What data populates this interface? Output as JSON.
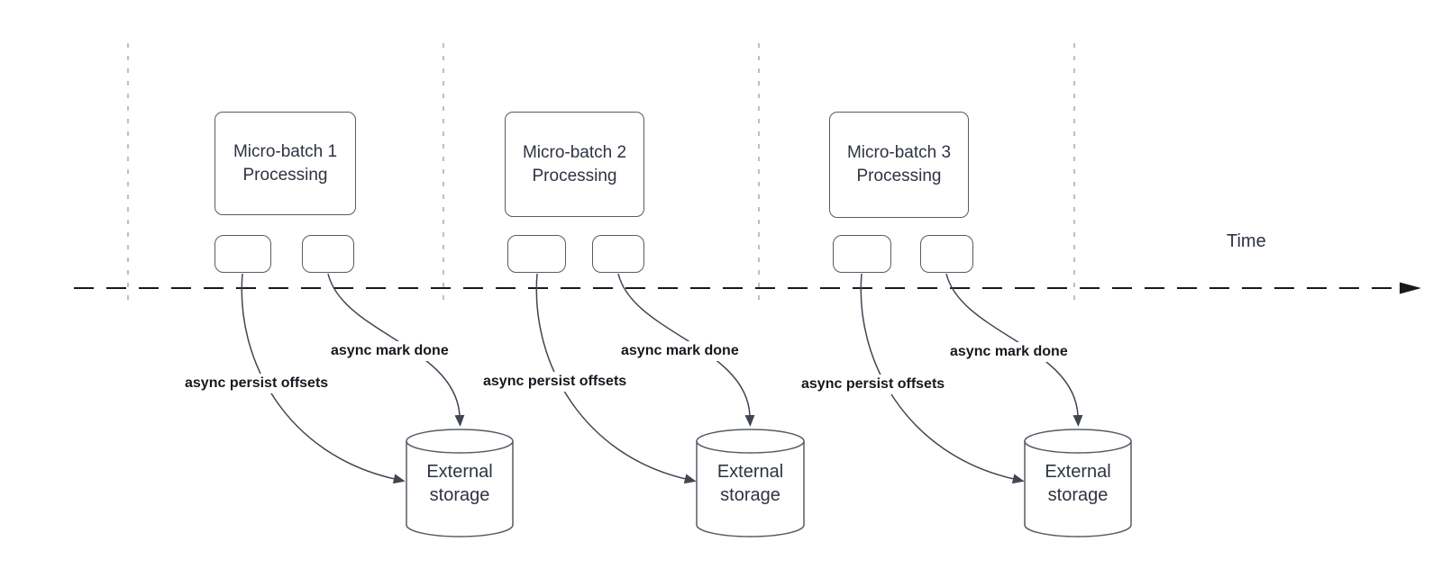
{
  "timeline": {
    "label": "Time"
  },
  "groups": [
    {
      "batch": {
        "line1": "Micro-batch 1",
        "line2": "Processing"
      },
      "persist_label": "async persist offsets",
      "mark_label": "async mark done",
      "storage": {
        "line1": "External",
        "line2": "storage"
      }
    },
    {
      "batch": {
        "line1": "Micro-batch 2",
        "line2": "Processing"
      },
      "persist_label": "async persist offsets",
      "mark_label": "async mark done",
      "storage": {
        "line1": "External",
        "line2": "storage"
      }
    },
    {
      "batch": {
        "line1": "Micro-batch 3",
        "line2": "Processing"
      },
      "persist_label": "async persist offsets",
      "mark_label": "async mark done",
      "storage": {
        "line1": "External",
        "line2": "storage"
      }
    }
  ],
  "colors": {
    "background": "#ffffff",
    "time_axis": "#191919",
    "guide_line": "#a9a9a9",
    "arrow": "#3f4652",
    "shape_border": "#565b66",
    "shape_text": "#2e3440",
    "label_text": "#15191f"
  }
}
